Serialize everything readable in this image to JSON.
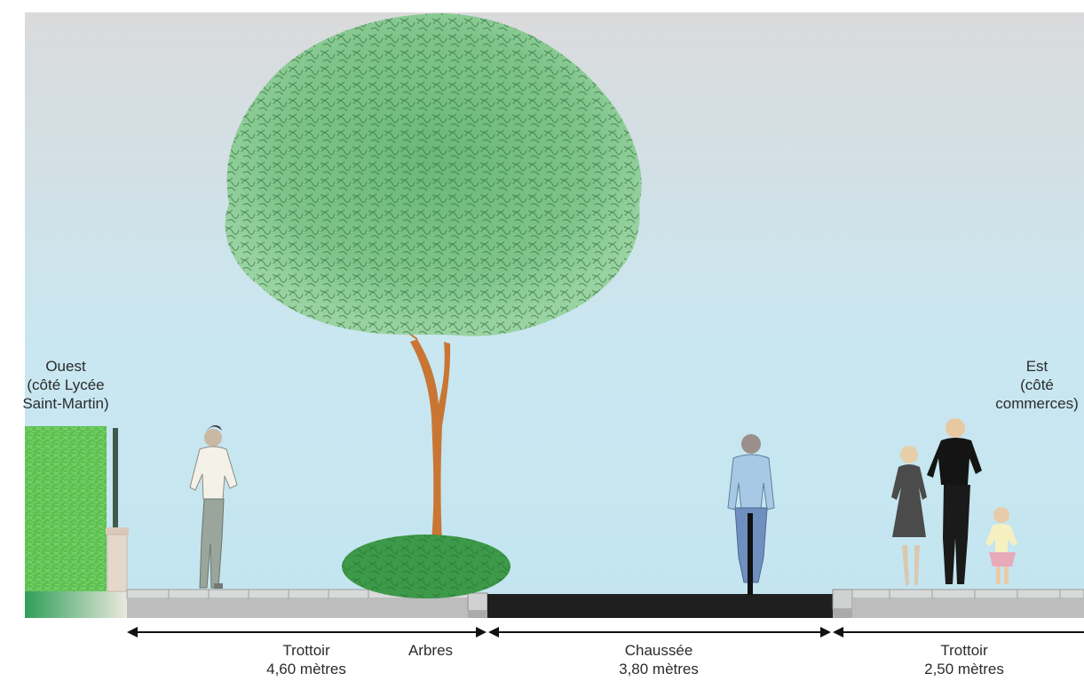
{
  "orientation": {
    "west": {
      "line1": "Ouest",
      "line2": "(côté Lycée",
      "line3": "Saint-Martin)"
    },
    "east": {
      "line1": "Est",
      "line2": "(côté",
      "line3": "commerces)"
    }
  },
  "dimensions": [
    {
      "line1": "Trottoir",
      "line2": "4,60 mètres"
    },
    {
      "line1": "Arbres"
    },
    {
      "line1": "Chaussée",
      "line2": "3,80 mètres"
    },
    {
      "line1": "Trottoir",
      "line2": "2,50 mètres"
    }
  ],
  "colors": {
    "sky_top": "#d9dadb",
    "sky_bottom": "#c5e6f1",
    "road": "#1f1f1f",
    "sidewalk": "#bdbdbd",
    "curb": "#d3d4d4",
    "foliage": "#4a9e58",
    "trunk": "#c8743a",
    "hedge": "#4fb34a"
  }
}
